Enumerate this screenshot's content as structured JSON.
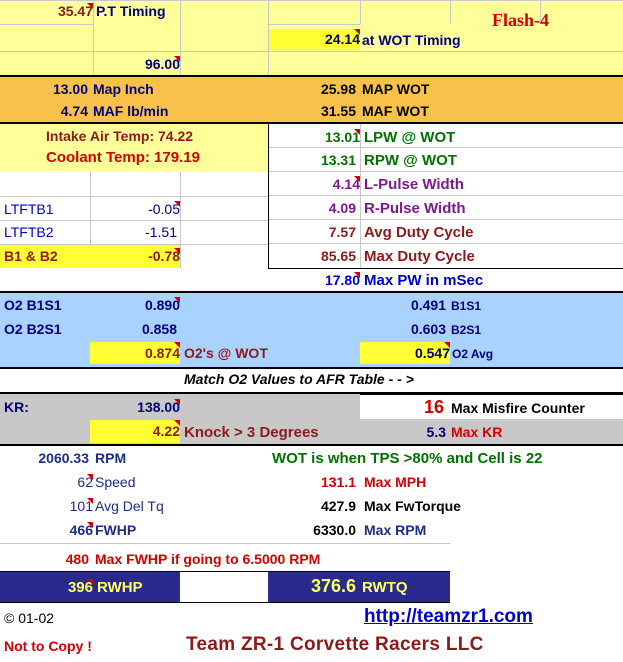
{
  "colors": {
    "yellow": "#ffff99",
    "orange": "#f8c24a",
    "light_yellow": "#ffff99",
    "blue_band": "#aad2ff",
    "gray_band": "#c8c8c8",
    "navy_bar": "#2a2a8c"
  },
  "timing": {
    "pt_value": "35.47",
    "pt_label": "P.T Timing",
    "wot_value": "24.14",
    "wot_label": "at WOT Timing",
    "lower_value": "96.00",
    "flash": "Flash-4"
  },
  "map": {
    "map_inch_value": "13.00",
    "map_inch_label": "Map Inch",
    "maf_value": "4.74",
    "maf_label": "MAF lb/min",
    "map_wot_value": "25.98",
    "map_wot_label": "MAP WOT",
    "maf_wot_value": "31.55",
    "maf_wot_label": "MAF WOT"
  },
  "temps": {
    "intake": "Intake Air Temp: 74.22",
    "coolant": "Coolant Temp: 179.19"
  },
  "trims": {
    "ltftb1_label": "LTFTB1",
    "ltftb1_value": "-0.05",
    "ltftb2_label": "LTFTB2",
    "ltftb2_value": "-1.51",
    "b1b2_label": "B1 & B2",
    "b1b2_value": "-0.78"
  },
  "pulse": [
    {
      "value": "13.01",
      "label": "LPW @ WOT"
    },
    {
      "value": "13.31",
      "label": "RPW @ WOT"
    },
    {
      "value": "4.14",
      "label": "L-Pulse Width"
    },
    {
      "value": "4.09",
      "label": "R-Pulse Width"
    },
    {
      "value": "7.57",
      "label": "Avg Duty Cycle"
    },
    {
      "value": "85.65",
      "label": "Max Duty Cycle"
    }
  ],
  "max_pw": {
    "value": "17.80",
    "label": "Max PW in mSec"
  },
  "o2": {
    "b1s1_label": "O2 B1S1",
    "b1s1_value": "0.890",
    "b1s1_right_value": "0.491",
    "b1s1_right_label": "B1S1",
    "b2s1_label": "O2 B2S1",
    "b2s1_value": "0.858",
    "b2s1_right_value": "0.603",
    "b2s1_right_label": "B2S1",
    "wot_value": "0.874",
    "wot_label": "O2's @ WOT",
    "avg_value": "0.547",
    "avg_label": "O2 Avg"
  },
  "match_text": "Match O2 Values to AFR Table - - >",
  "knock": {
    "kr_label": "KR:",
    "kr_value": "138.00",
    "misfire_value": "16",
    "misfire_label": "Max Misfire Counter",
    "knock_value": "4.22",
    "knock_label": "Knock > 3 Degrees",
    "maxkr_value": "5.3",
    "maxkr_label": "Max KR"
  },
  "stats": {
    "rpm_value": "2060.33",
    "rpm_label": "RPM",
    "wot_note": "WOT is when TPS >80% and Cell is 22",
    "speed_value": "62",
    "speed_label": "Speed",
    "maxmph_value": "131.1",
    "maxmph_label": "Max MPH",
    "deltq_value": "101",
    "deltq_label": "Avg Del Tq",
    "fwtorque_value": "427.9",
    "fwtorque_label": "Max FwTorque",
    "fwhp_value": "466",
    "fwhp_label": "FWHP",
    "maxrpm_value": "6330.0",
    "maxrpm_label": "Max RPM",
    "maxfwhp_value": "480",
    "maxfwhp_label": "Max FWHP if going to 6.5000 RPM"
  },
  "bottom": {
    "rwhp_value": "396",
    "rwhp_label": "RWHP",
    "rwtq_value": "376.6",
    "rwtq_label": "RWTQ"
  },
  "footer": {
    "copyright": "© 01-02",
    "url": "http://teamzr1.com",
    "not_copy": "Not to Copy !",
    "team": "Team ZR-1 Corvette Racers LLC"
  }
}
